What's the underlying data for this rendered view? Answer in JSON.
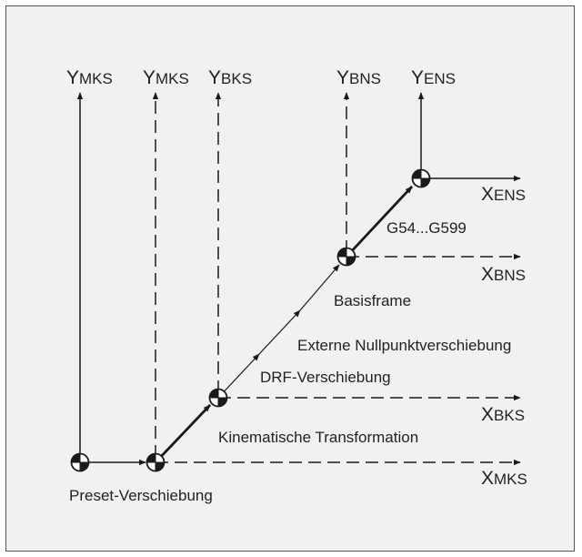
{
  "colors": {
    "background": "#f1f1f1",
    "line": "#1a1a1a",
    "border": "#555555"
  },
  "axes": {
    "y_mks_1": {
      "main": "Y",
      "sub": "MKS"
    },
    "y_mks_2": {
      "main": "Y",
      "sub": "MKS"
    },
    "y_bks": {
      "main": "Y",
      "sub": "BKS"
    },
    "y_bns": {
      "main": "Y",
      "sub": "BNS"
    },
    "y_ens": {
      "main": "Y",
      "sub": "ENS"
    },
    "x_ens": {
      "main": "X",
      "sub": "ENS"
    },
    "x_bns": {
      "main": "X",
      "sub": "BNS"
    },
    "x_bks": {
      "main": "X",
      "sub": "BKS"
    },
    "x_mks": {
      "main": "X",
      "sub": "MKS"
    }
  },
  "labels": {
    "g54": "G54...G599",
    "basisframe": "Basisframe",
    "externe": "Externe Nullpunktverschiebung",
    "drf": "DRF-Verschiebung",
    "kinematische": "Kinematische Transformation",
    "preset": "Preset-Verschiebung"
  },
  "icons": [
    "origin-symbol-icon"
  ]
}
